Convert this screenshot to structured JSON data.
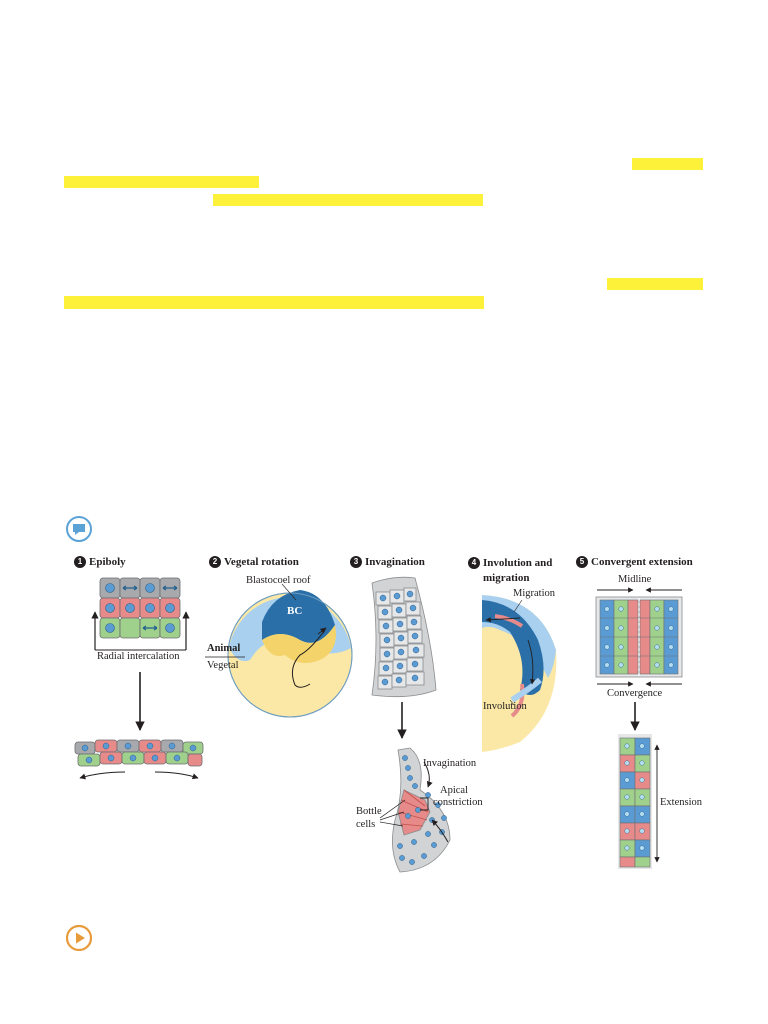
{
  "colors": {
    "highlight": "#fef139",
    "cell_blue": "#5a9bd3",
    "cell_red": "#e78a8a",
    "cell_green": "#9fd08c",
    "cell_gray": "#a7a9ac",
    "yolk": "#fbe8a6",
    "icon_blue": "#5ba3d6",
    "icon_orange": "#e89b3a"
  },
  "icons": {
    "top": "speech-bubble-icon",
    "bottom": "play-icon"
  },
  "panels": [
    {
      "number": "1",
      "title": "Epiboly",
      "labels": {
        "radial": "Radial intercalation"
      }
    },
    {
      "number": "2",
      "title": "Vegetal rotation",
      "labels": {
        "roof": "Blastocoel roof",
        "bc": "BC",
        "animal": "Animal",
        "vegetal": "Vegetal"
      }
    },
    {
      "number": "3",
      "title": "Invagination",
      "labels": {
        "invagination": "Invagination",
        "apical1": "Apical",
        "apical2": "constriction",
        "bottle1": "Bottle",
        "bottle2": "cells"
      }
    },
    {
      "number": "4",
      "title": "Involution and",
      "title2": "migration",
      "labels": {
        "migration": "Migration",
        "involution": "Involution"
      }
    },
    {
      "number": "5",
      "title": "Convergent extension",
      "labels": {
        "midline": "Midline",
        "convergence": "Convergence",
        "extension": "Extension"
      }
    }
  ]
}
